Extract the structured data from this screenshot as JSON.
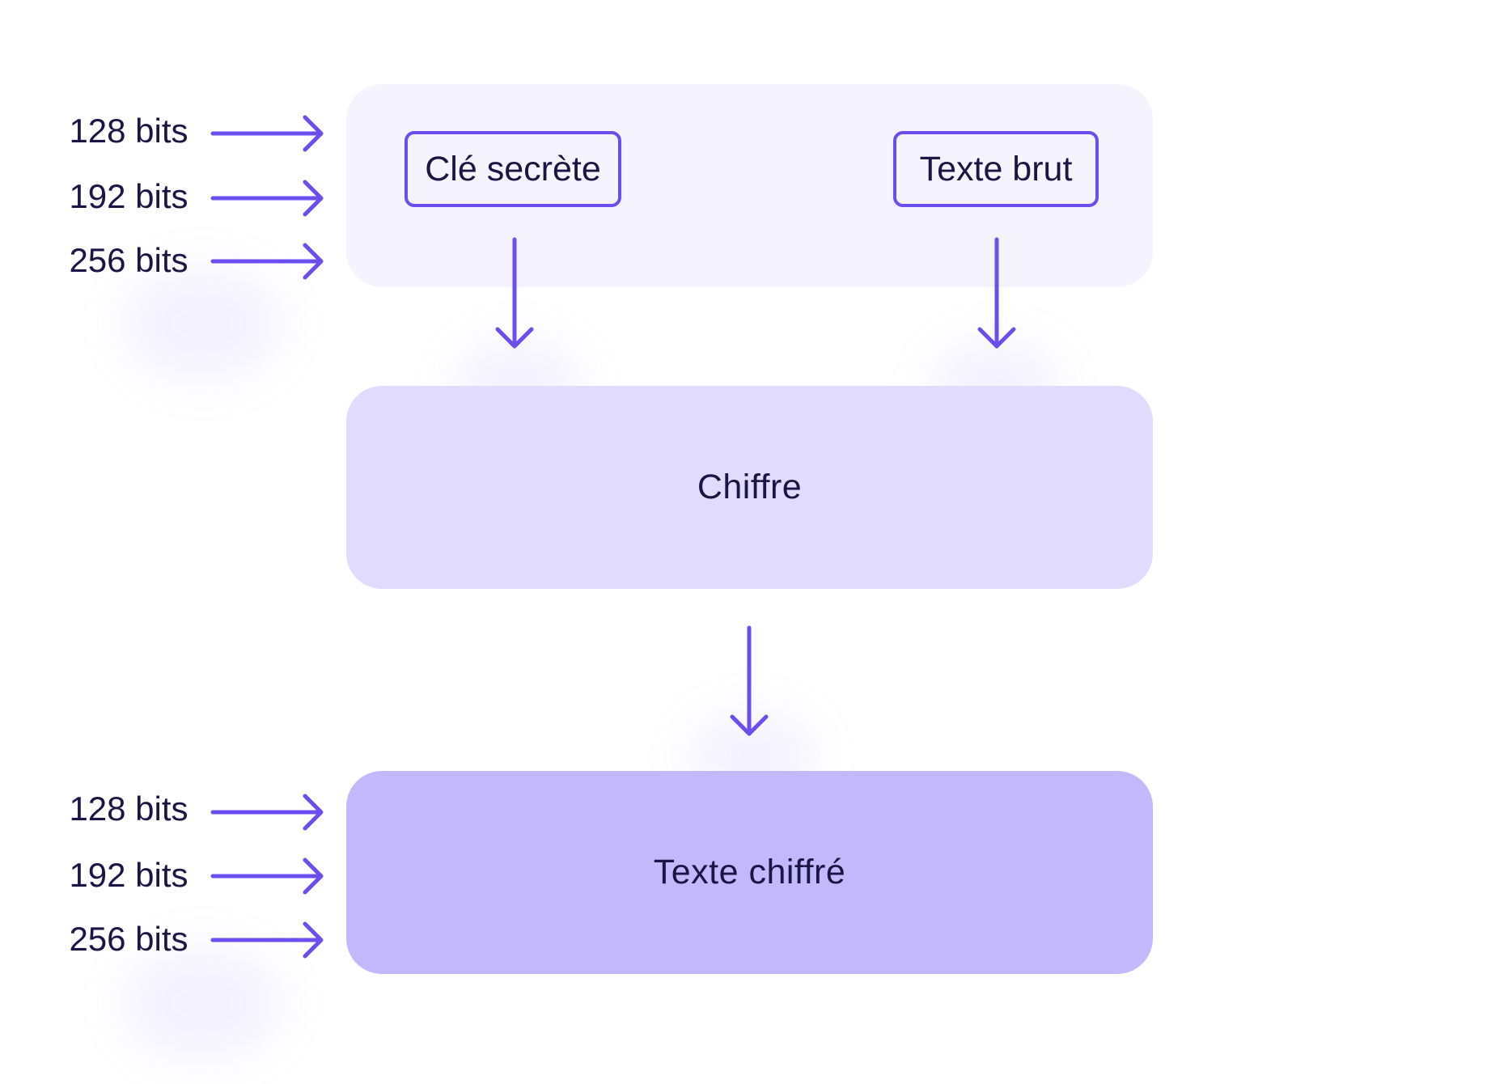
{
  "colors": {
    "accent": "#6a4ef0",
    "text": "#1b1545",
    "panel_top": "#f5f3fe",
    "panel_mid": "#e1dcfd",
    "panel_bottom": "#c4b8fd"
  },
  "top_panel": {
    "key_label": "Clé secrète",
    "plaintext_label": "Texte brut"
  },
  "cipher_panel": {
    "label": "Chiffre"
  },
  "output_panel": {
    "label": "Texte chiffré"
  },
  "key_sizes": [
    "128 bits",
    "192 bits",
    "256 bits"
  ],
  "output_sizes": [
    "128 bits",
    "192 bits",
    "256 bits"
  ]
}
